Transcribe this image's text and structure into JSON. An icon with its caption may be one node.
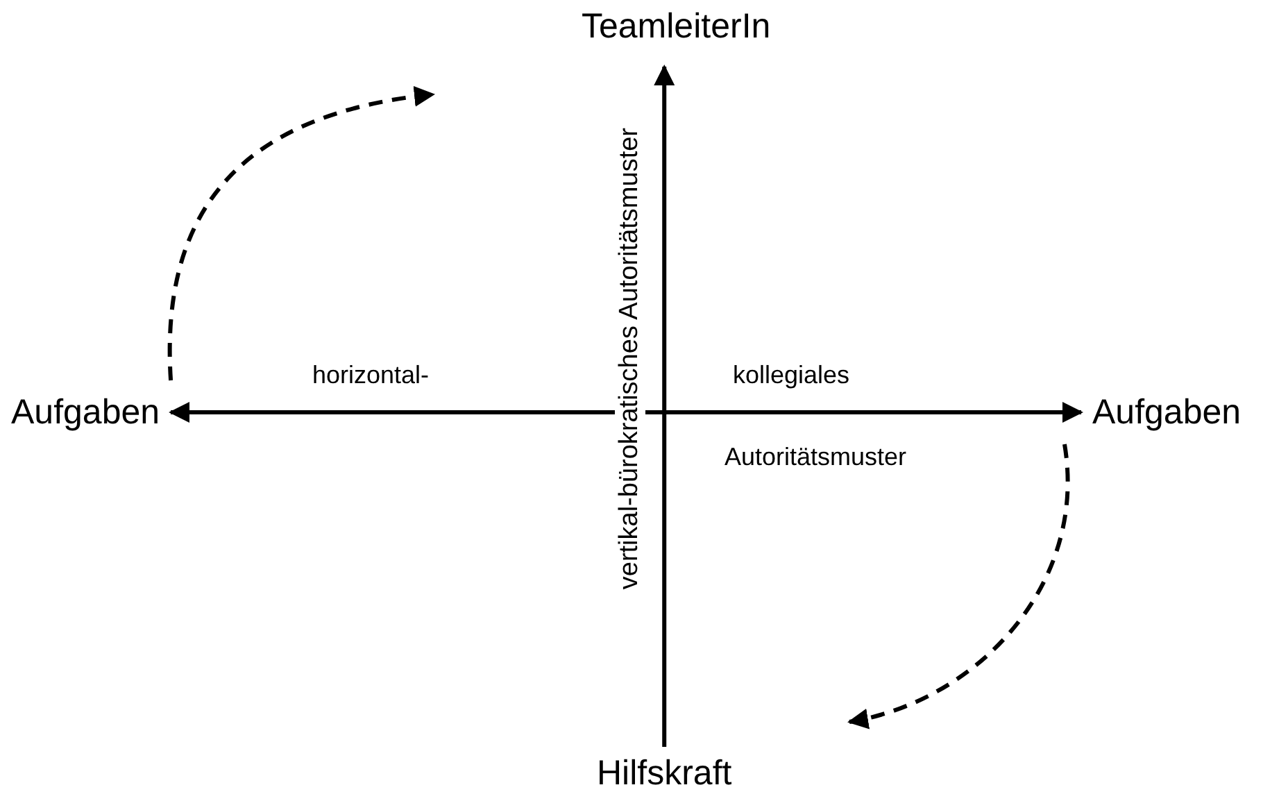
{
  "diagram": {
    "nodes": [
      {
        "text": [
          "TeamleiterIn"
        ]
      },
      {
        "text": [
          "Hilfskraft"
        ]
      },
      {
        "text": [
          "Aufgaben"
        ]
      },
      {
        "text": [
          "Aufgaben"
        ]
      }
    ],
    "edges": [
      {
        "from": 1,
        "to": 0,
        "arrow": "to"
      },
      {
        "from": 2,
        "to": 3,
        "arrow": "both"
      },
      {
        "from": 2,
        "to": null,
        "arrow": "to",
        "style": "dashed"
      },
      {
        "from": 3,
        "to": null,
        "arrow": "to",
        "style": "dashed"
      }
    ],
    "labels": [
      "horizontal-",
      "kollegiales",
      "Autoritätsmuster",
      "vertikal-bürokratisches Autoritätsmuster"
    ]
  }
}
